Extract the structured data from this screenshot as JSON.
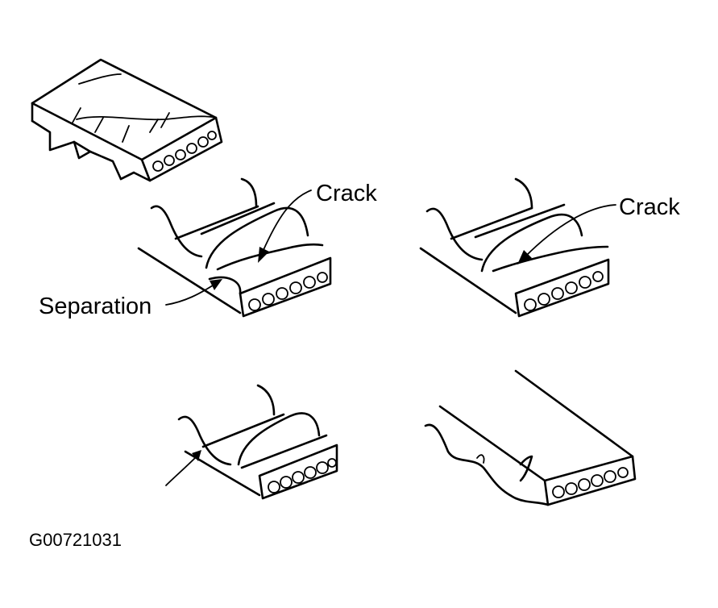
{
  "labels": {
    "crack_1": "Crack",
    "crack_2": "Crack",
    "separation": "Separation"
  },
  "figure_id": "G00721031"
}
